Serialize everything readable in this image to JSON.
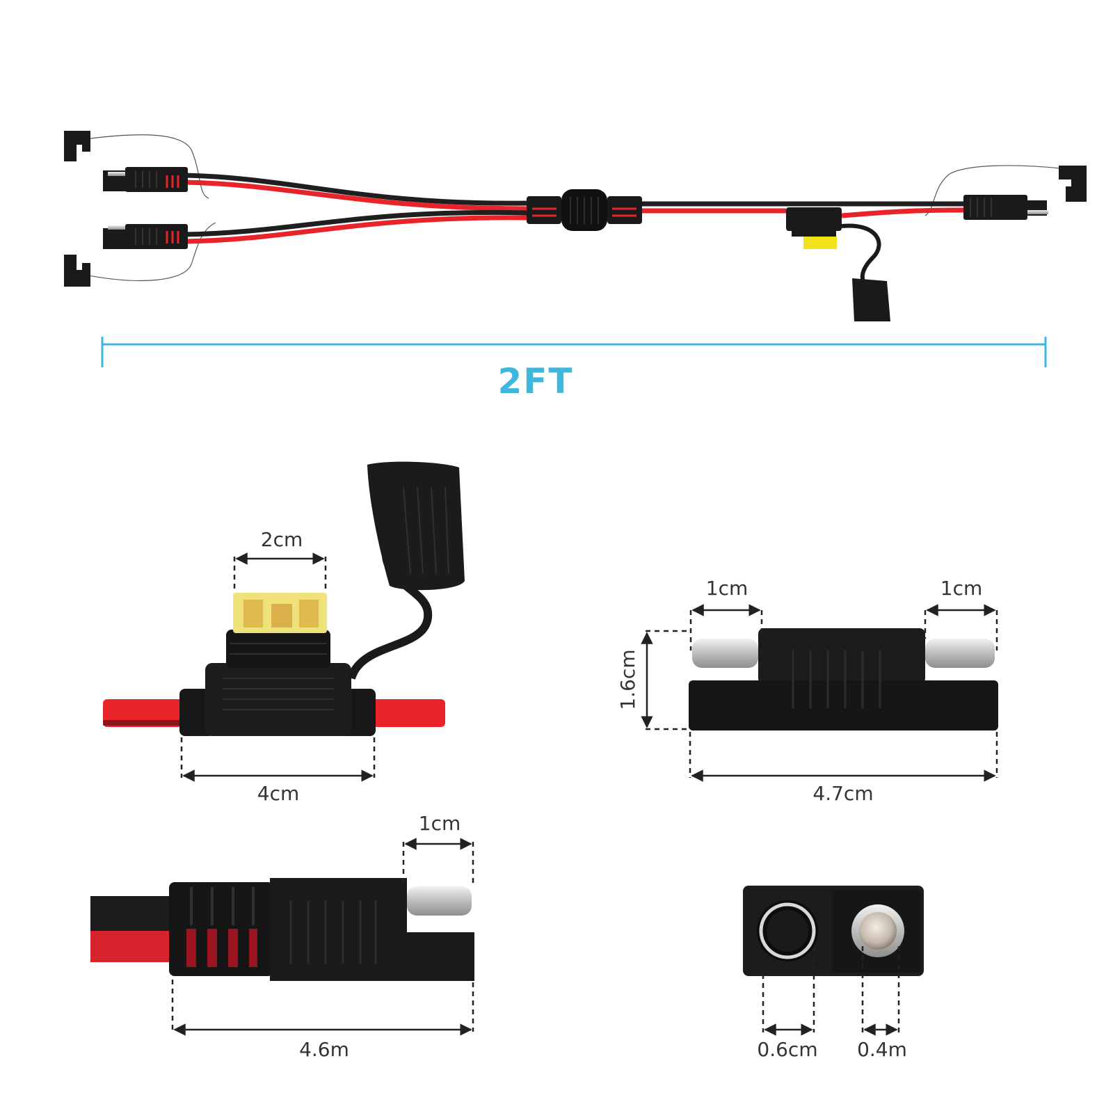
{
  "colors": {
    "accent": "#3fb6dc",
    "wire_red": "#e8232a",
    "wire_black": "#1f1f1f",
    "plastic": "#1a1a1a",
    "fuse_yellow": "#f1e21a",
    "pin_metal": "#c9c9c9"
  },
  "overview": {
    "length_label": "2FT"
  },
  "fuse_holder": {
    "fuse_width_label": "2cm",
    "holder_length_label": "4cm"
  },
  "extension_connector": {
    "left_pin_label": "1cm",
    "right_pin_label": "1cm",
    "height_label": "1.6cm",
    "length_label": "4.7cm"
  },
  "plug": {
    "pin_label": "1cm",
    "length_label": "4.6m"
  },
  "connector_face": {
    "socket_label": "0.6cm",
    "pin_label": "0.4m"
  },
  "icons": [
    "sae-connector-icon",
    "fuse-holder-icon",
    "dust-cap-icon",
    "y-splitter-icon"
  ]
}
